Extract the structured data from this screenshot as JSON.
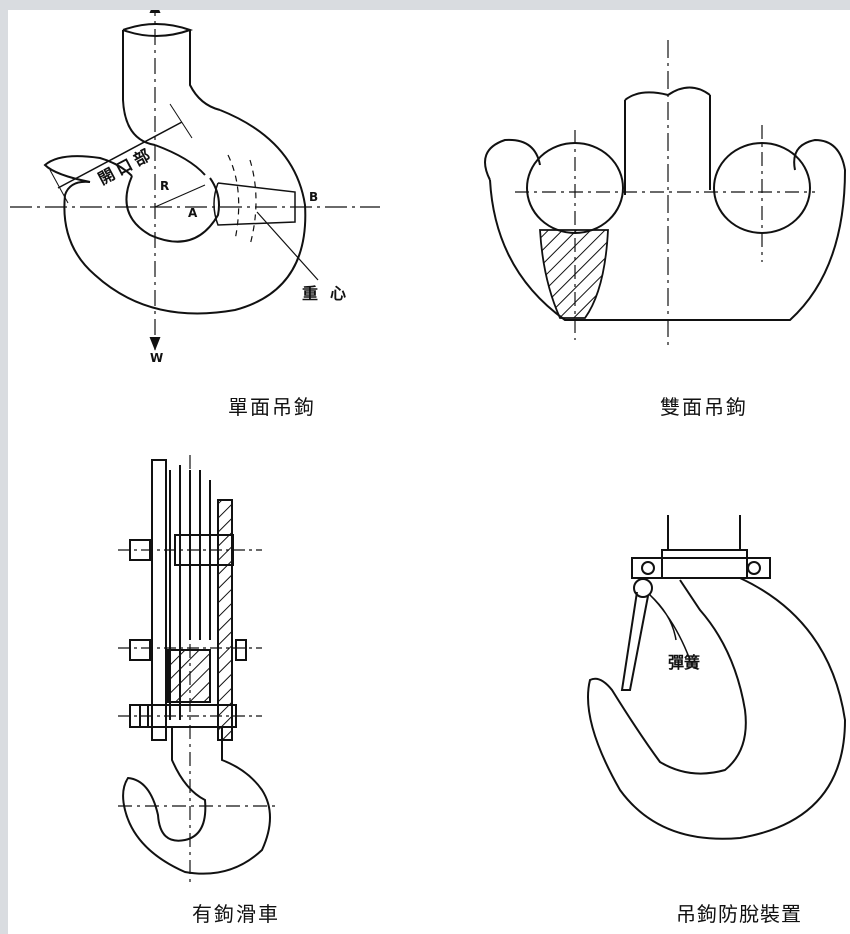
{
  "figures": {
    "single_hook": {
      "caption": "單面吊鉤",
      "label_opening": "開口部",
      "label_r": "R",
      "label_a": "A",
      "label_b": "B",
      "label_center": "重心",
      "label_w": "W"
    },
    "double_hook": {
      "caption": "雙面吊鉤"
    },
    "pulley_hook": {
      "caption": "有鉤滑車"
    },
    "safety_latch": {
      "caption": "吊鉤防脫裝置",
      "label_spring": "彈簧"
    }
  }
}
